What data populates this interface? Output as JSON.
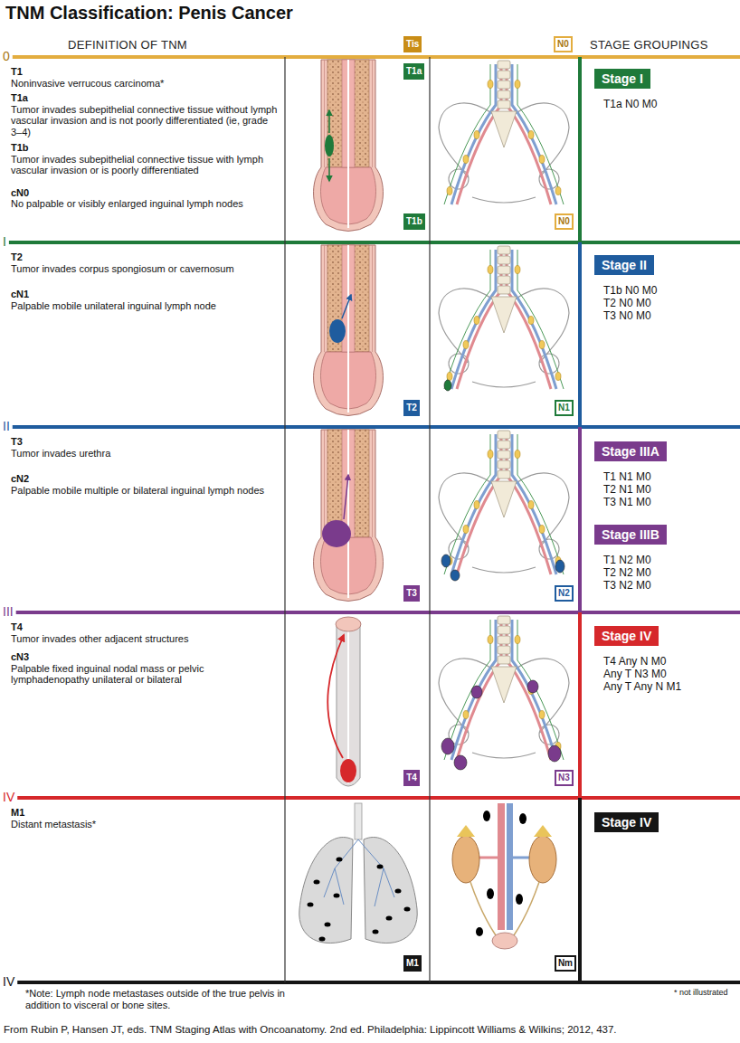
{
  "diagram": {
    "title": "TNM Classification: Penis Cancer",
    "caption": "From Rubin P, Hansen JT, eds. TNM Staging Atlas with Oncoanatomy. 2nd ed. Philadelphia: Lippincott Williams & Wilkins; 2012, 437.",
    "nodes": [
      {
        "text": [
          "Tis"
        ]
      },
      {
        "text": [
          "N0"
        ]
      },
      {
        "text": [
          "T1a"
        ]
      },
      {
        "text": [
          "T1b"
        ]
      },
      {
        "text": [
          "N0"
        ]
      },
      {
        "text": [
          "Stage I"
        ]
      },
      {
        "text": [
          "T2"
        ]
      },
      {
        "text": [
          "N1"
        ]
      },
      {
        "text": [
          "Stage II"
        ]
      },
      {
        "text": [
          "T3"
        ]
      },
      {
        "text": [
          "N2"
        ]
      },
      {
        "text": [
          "Stage IIIA"
        ]
      },
      {
        "text": [
          "Stage IIIB"
        ]
      },
      {
        "text": [
          "T4"
        ]
      },
      {
        "text": [
          "N3"
        ]
      },
      {
        "text": [
          "Stage IV"
        ]
      },
      {
        "text": [
          "M1"
        ]
      },
      {
        "text": [
          "Nm"
        ]
      },
      {
        "text": [
          "Stage IV"
        ]
      }
    ],
    "labels": [
      "DEFINITION OF TNM",
      "STAGE GROUPINGS",
      "0",
      "T1",
      "Noninvasive verrucous carcinoma*",
      "T1a",
      "Tumor invades subepithelial connective tissue without lymph vascular invasion and is not poorly differentiated (ie, grade 3–4)",
      "T1b",
      "Tumor invades subepithelial connective tissue with lymph vascular invasion or is poorly differentiated",
      "cN0",
      "No palpable or visibly enlarged inguinal lymph nodes",
      "T1a N0 M0",
      "I",
      "T2",
      "Tumor invades corpus spongiosum or cavernosum",
      "cN1",
      "Palpable mobile unilateral inguinal lymph node",
      "T1b N0 M0",
      "T2 N0 M0",
      "T3 N0 M0",
      "II",
      "T3",
      "Tumor invades urethra",
      "cN2",
      "Palpable mobile multiple or bilateral inguinal lymph nodes",
      "T1 N1 M0",
      "T2 N1 M0",
      "T3 N1 M0",
      "T1 N2 M0",
      "T2 N2 M0",
      "T3 N2 M0",
      "III",
      "T4",
      "Tumor invades other adjacent structures",
      "cN3",
      "Palpable fixed inguinal nodal mass or pelvic lymphadenopathy unilateral or bilateral",
      "T4 Any N M0",
      "Any T N3 M0",
      "Any T Any N M1",
      "IV",
      "M1",
      "Distant metastasis*",
      "IV",
      "*Note: Lymph node metastases outside of the true pelvis in addition to visceral or bone sites.",
      "* not illustrated"
    ]
  }
}
